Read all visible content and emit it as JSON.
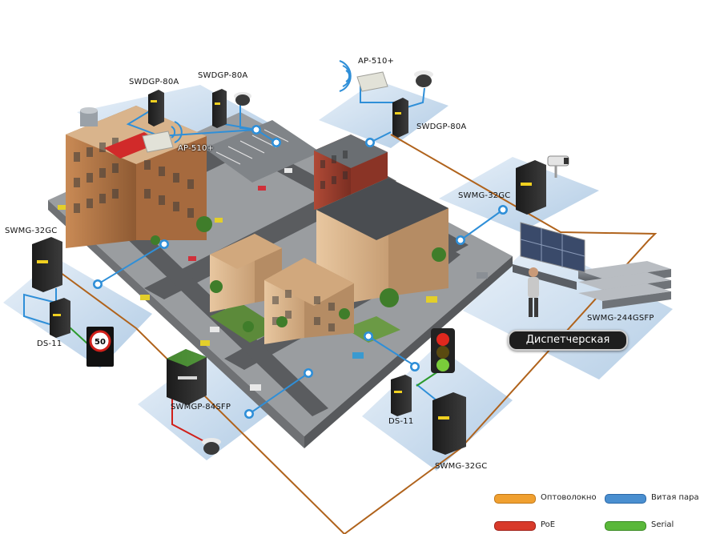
{
  "devices": {
    "swdgp80a_1": "SWDGP-80A",
    "swdgp80a_2": "SWDGP-80A",
    "ap510_top": "AP-510+",
    "swdgp80a_3": "SWDGP-80A",
    "ap510_roof": "AP-510+",
    "swmg32gc_right": "SWMG-32GC",
    "swmg32gc_left": "SWMG-32GC",
    "ds11_left": "DS-11",
    "swmg244gsfp": "SWMG-244GSFP",
    "swmgp84sfp": "SWMGP-84SFP",
    "ds11_bottom": "DS-11",
    "swmg32gc_bottom": "SWMG-32GC",
    "speed_sign": "50"
  },
  "dispatch_label": "Диспетчерская",
  "legend": [
    {
      "label": "Оптоволокно",
      "color": "#f0a030"
    },
    {
      "label": "Витая пара",
      "color": "#4a8fd0"
    },
    {
      "label": "PoE",
      "color": "#d83a2a"
    },
    {
      "label": "Serial",
      "color": "#5ab83a"
    }
  ],
  "colors": {
    "fiber": "#b0631c",
    "twisted_pair": "#2f8fd8",
    "poe": "#d0201a",
    "serial": "#2c9a2c",
    "platform": "#c9dcef"
  }
}
